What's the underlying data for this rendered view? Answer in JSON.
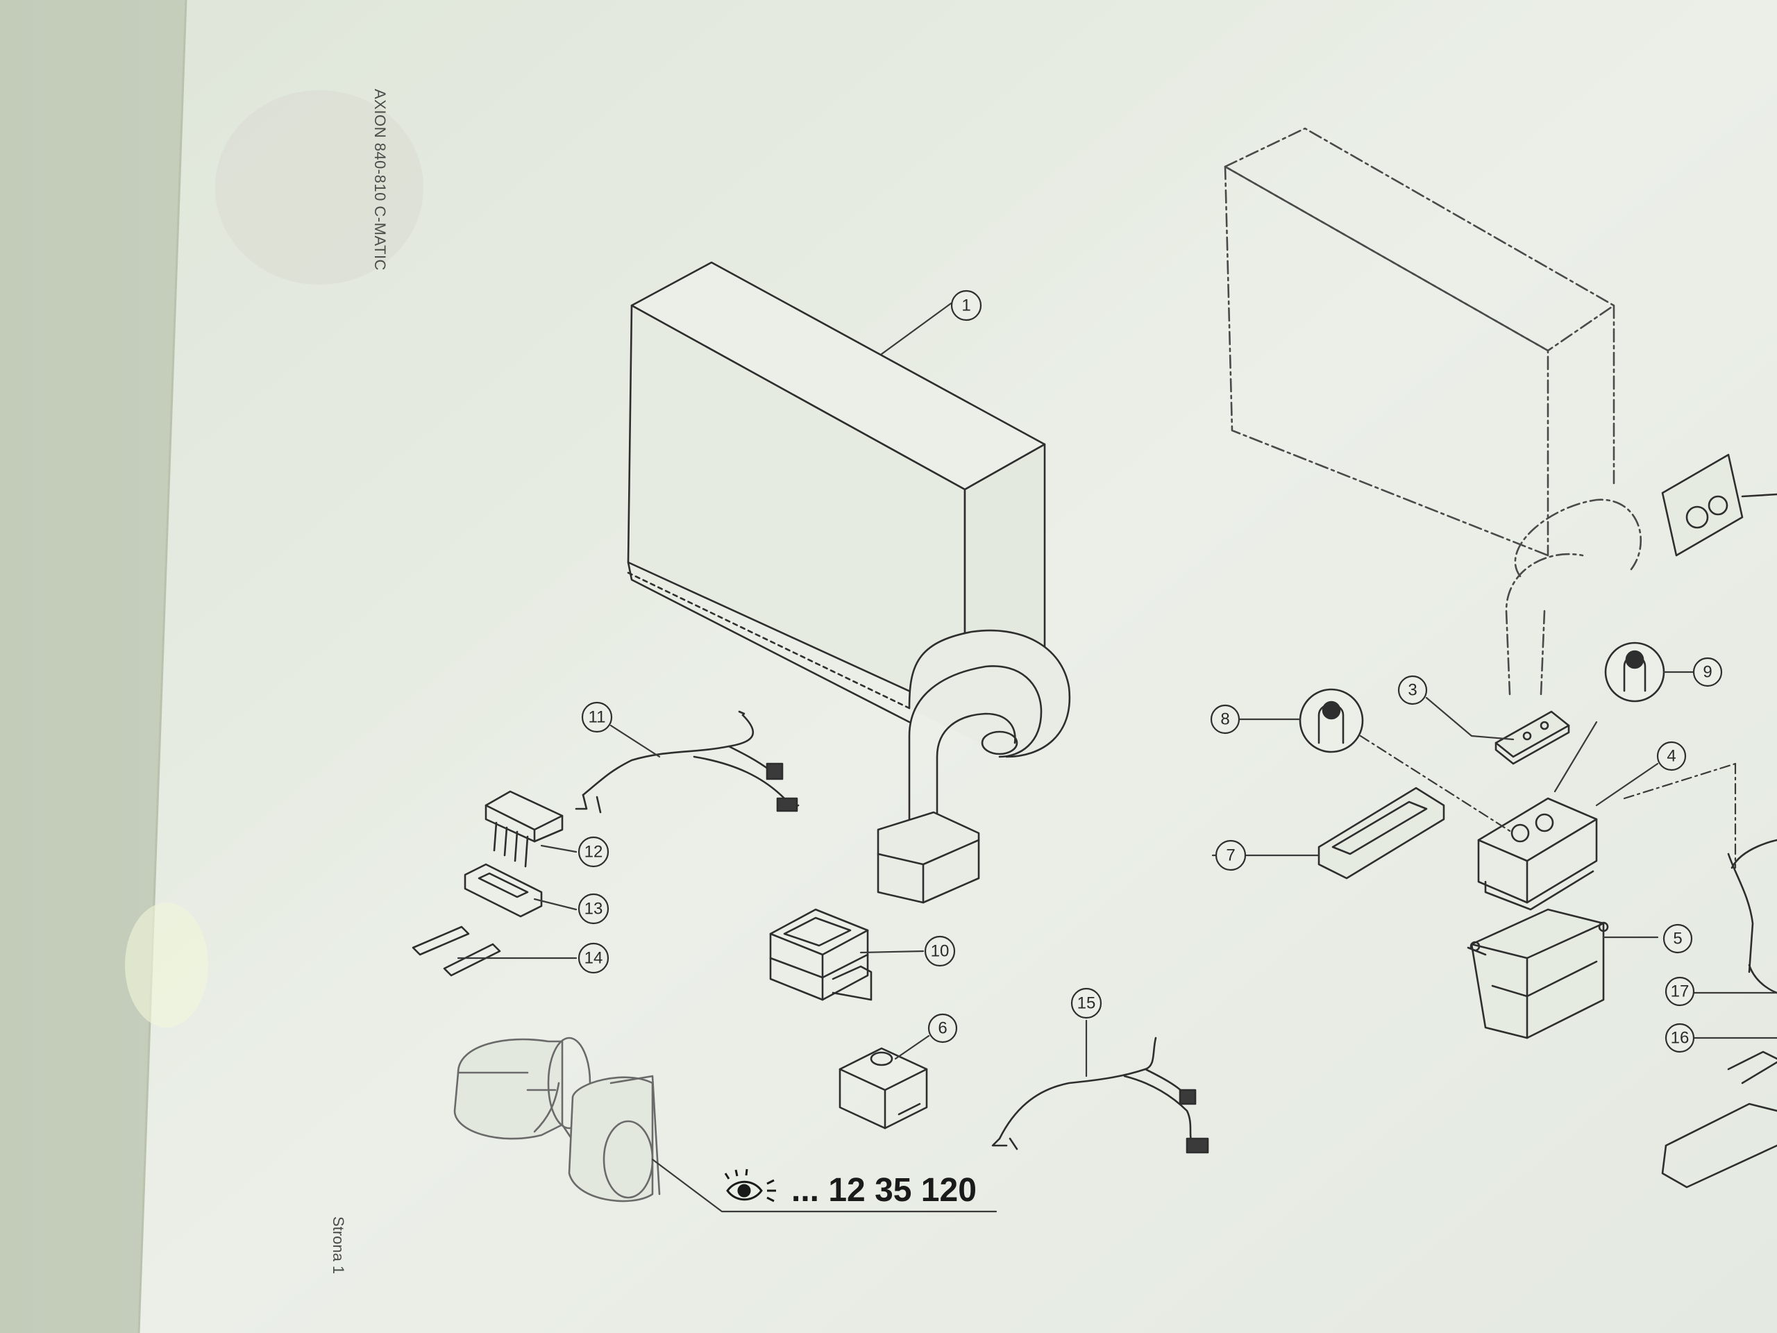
{
  "document": {
    "side_title": "AXION 840-810 C-MATIC",
    "page_label": "Strona 1"
  },
  "callouts": [
    {
      "id": "1",
      "label": "1"
    },
    {
      "id": "3",
      "label": "3"
    },
    {
      "id": "4",
      "label": "4"
    },
    {
      "id": "5",
      "label": "5"
    },
    {
      "id": "6",
      "label": "6"
    },
    {
      "id": "7",
      "label": "7"
    },
    {
      "id": "8",
      "label": "8"
    },
    {
      "id": "9",
      "label": "9"
    },
    {
      "id": "10",
      "label": "10"
    },
    {
      "id": "11",
      "label": "11"
    },
    {
      "id": "12",
      "label": "12"
    },
    {
      "id": "13",
      "label": "13"
    },
    {
      "id": "14",
      "label": "14"
    },
    {
      "id": "15",
      "label": "15"
    },
    {
      "id": "16",
      "label": "16"
    },
    {
      "id": "17",
      "label": "17"
    }
  ],
  "reference": {
    "icon": "eye-icon",
    "text": "... 12 35 120"
  },
  "colors": {
    "paper": "#e9eee5",
    "line": "#2e2e2e",
    "backdrop": "#c9d0c2"
  }
}
